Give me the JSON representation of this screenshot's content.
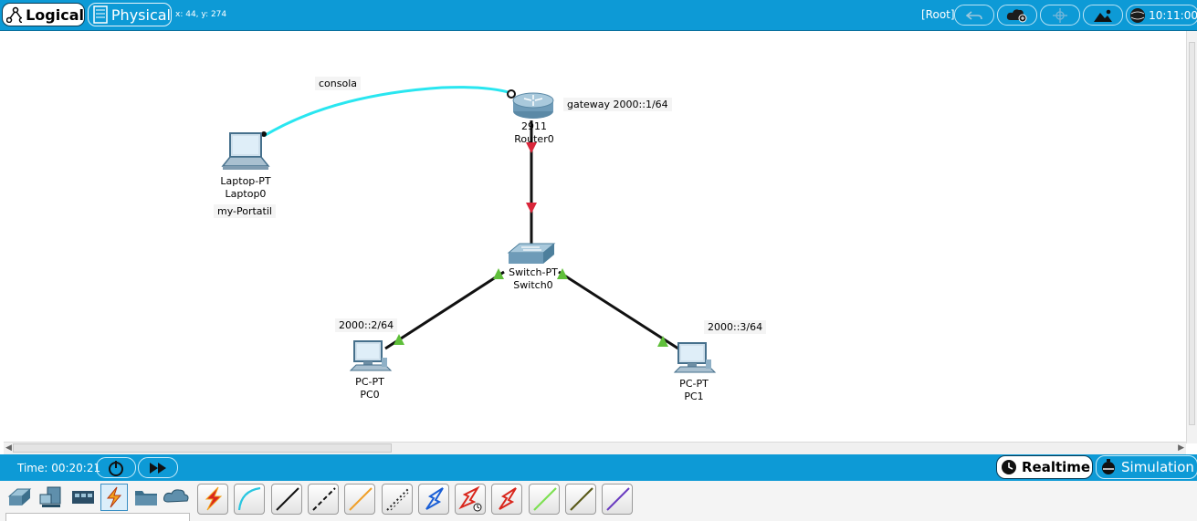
{
  "topbar": {
    "logical_label": "Logical",
    "physical_label": "Physical",
    "coords": "x: 44, y: 274",
    "root_label": "[Root]",
    "clock": "10:11:00"
  },
  "canvas": {
    "cable_label": "consola",
    "router": {
      "model": "2911",
      "name": "Router0",
      "note": "gateway 2000::1/64"
    },
    "laptop": {
      "model": "Laptop-PT",
      "name": "Laptop0",
      "note": "my-Portatil"
    },
    "switch": {
      "model": "Switch-PT",
      "name": "Switch0"
    },
    "pc0": {
      "model": "PC-PT",
      "name": "PC0",
      "note": "2000::2/64"
    },
    "pc1": {
      "model": "PC-PT",
      "name": "PC1",
      "note": "2000::3/64"
    }
  },
  "bottombar": {
    "time": "Time: 00:20:21",
    "realtime_label": "Realtime",
    "simulation_label": "Simulation"
  },
  "palette": {
    "categories": [
      "network-devices-icon",
      "end-devices-icon",
      "components-icon",
      "connections-icon",
      "miscellaneous-icon",
      "multiuser-icon"
    ],
    "connections": [
      {
        "name": "automatic-connection",
        "color": "#d9261c"
      },
      {
        "name": "console-cable",
        "color": "#29c6e0"
      },
      {
        "name": "copper-straight-through",
        "color": "#111111"
      },
      {
        "name": "copper-cross-over",
        "color": "#111111"
      },
      {
        "name": "fiber",
        "color": "#f0a02a"
      },
      {
        "name": "phone",
        "color": "#222222"
      },
      {
        "name": "coaxial",
        "color": "#1a5fd6"
      },
      {
        "name": "serial-dce",
        "color": "#d9261c"
      },
      {
        "name": "serial-dte",
        "color": "#d9261c"
      },
      {
        "name": "octal",
        "color": "#7de052"
      },
      {
        "name": "iot-custom-cable",
        "color": "#5a5a1a"
      },
      {
        "name": "usb",
        "color": "#6a3cc0"
      }
    ]
  },
  "colors": {
    "bar_blue": "#0d9ad6",
    "console_cable": "#29e6f0",
    "link_down": "#d9263a",
    "link_up": "#5fbf3a"
  }
}
